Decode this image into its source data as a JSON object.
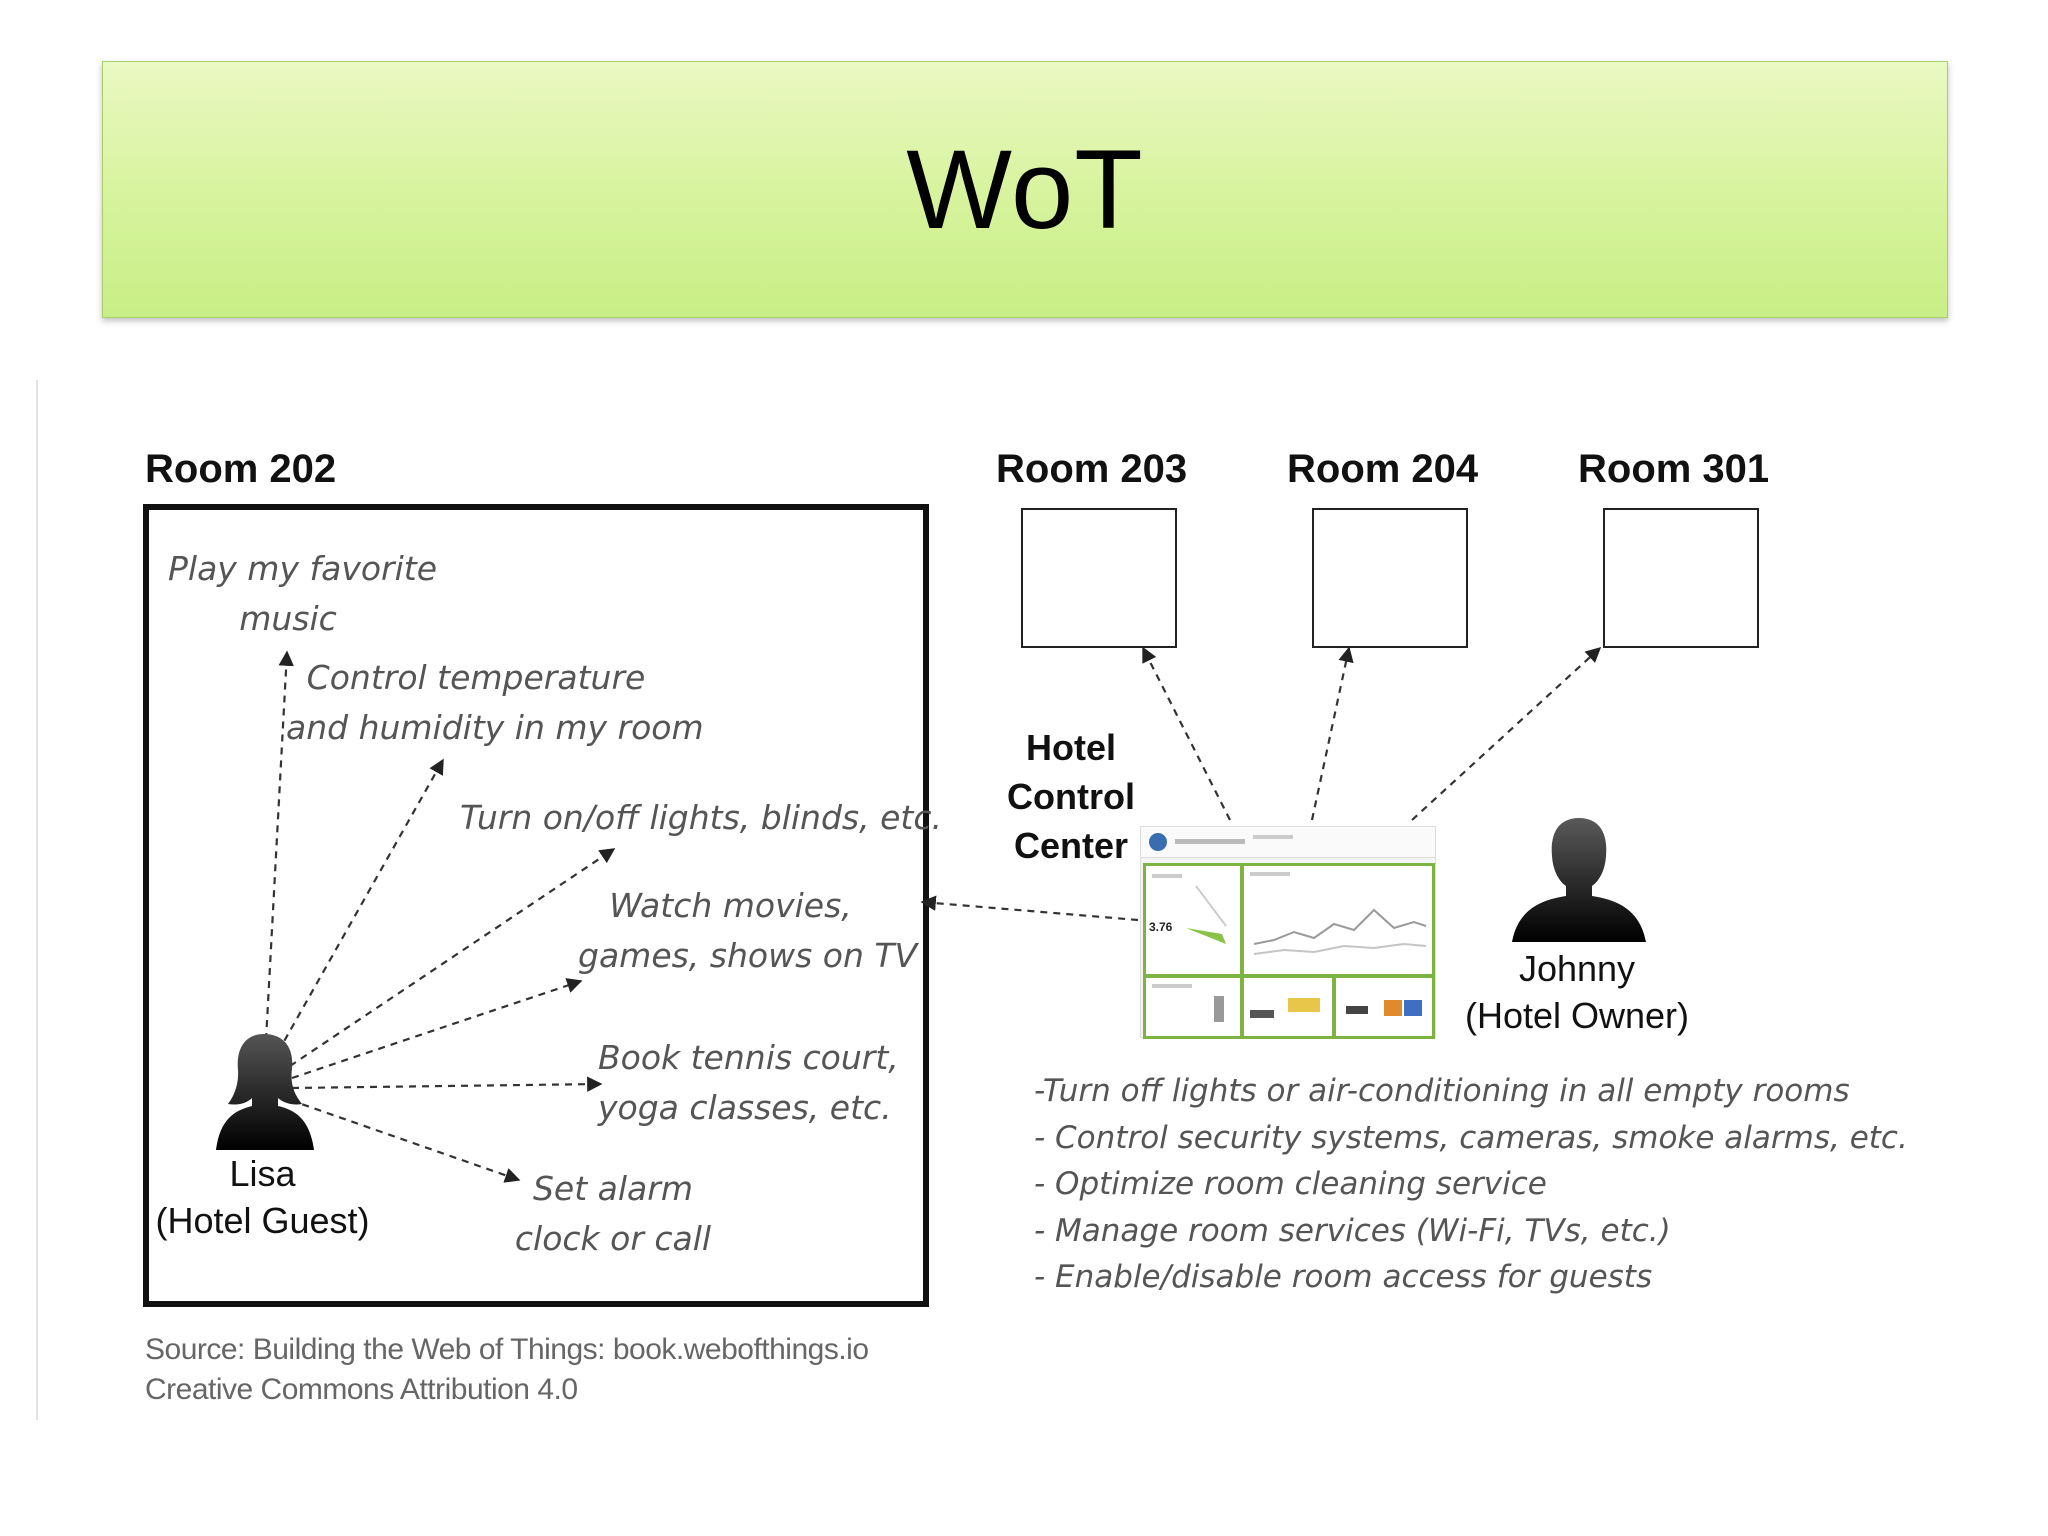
{
  "slide": {
    "title": "WoT"
  },
  "rooms": {
    "main": "Room 202",
    "others": [
      "Room 203",
      "Room 204",
      "Room 301"
    ]
  },
  "guest_actions": [
    [
      "Play my favorite",
      "music"
    ],
    [
      "Control temperature",
      "and humidity in my room"
    ],
    [
      "Turn on/off lights, blinds, etc."
    ],
    [
      "Watch movies,",
      "games, shows on TV"
    ],
    [
      "Book tennis court,",
      "yoga classes, etc."
    ],
    [
      "Set alarm",
      "clock or call"
    ]
  ],
  "guest": {
    "name": "Lisa",
    "role": "(Hotel Guest)"
  },
  "control_center": {
    "label": [
      "Hotel",
      "Control",
      "Center"
    ]
  },
  "dashboard": {
    "reading": "3.76"
  },
  "owner": {
    "name": "Johnny",
    "role": "(Hotel Owner)"
  },
  "owner_tasks": [
    "-Turn off lights or air-conditioning in all empty rooms",
    "- Control security systems, cameras, smoke alarms, etc.",
    "- Optimize room cleaning service",
    "- Manage room services (Wi-Fi, TVs, etc.)",
    "- Enable/disable room access for guests"
  ],
  "source": [
    "Source: Building the Web of Things: book.webofthings.io",
    "Creative Commons Attribution 4.0"
  ]
}
